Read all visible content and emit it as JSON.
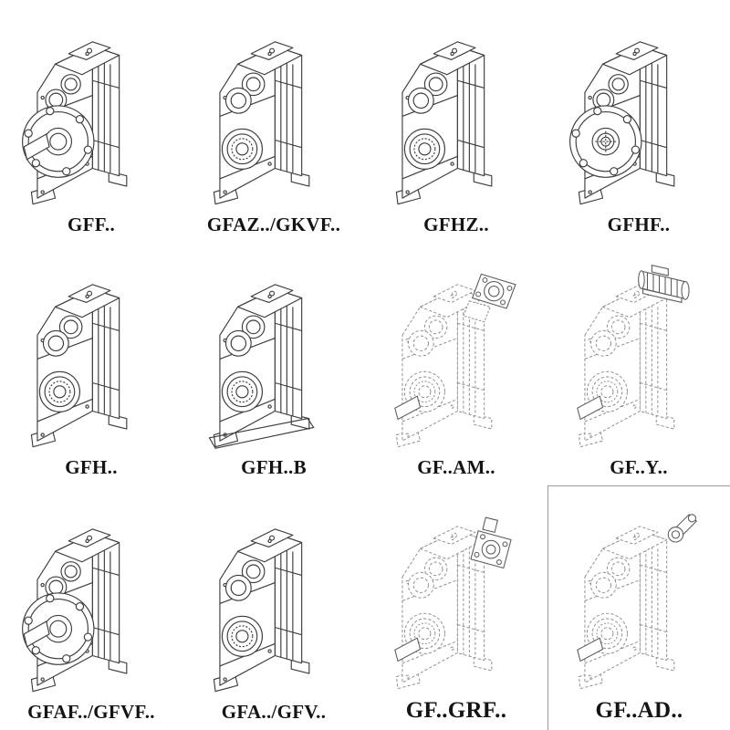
{
  "page": {
    "title": "Gear reducer model variants catalog"
  },
  "colors": {
    "line": "#3c3c3c",
    "dashed_line": "#8f8f8f",
    "attachment_line": "#5a5a5a",
    "label": "#141414",
    "background": "#ffffff",
    "box_border": "#9a9a9a"
  },
  "cells": [
    {
      "label": "GFF..",
      "drawing": "flange-shaft-gearbox-icon"
    },
    {
      "label": "GFAZ../GKVF..",
      "drawing": "hollow-shaft-gearbox-icon"
    },
    {
      "label": "GFHZ..",
      "drawing": "hollow-shaft-gearbox-icon"
    },
    {
      "label": "GFHF..",
      "drawing": "flange-hollow-gearbox-icon"
    },
    {
      "label": "GFH..",
      "drawing": "hollow-shaft-gearbox-icon"
    },
    {
      "label": "GFH..B",
      "drawing": "hollow-shaft-gearbox-base-icon"
    },
    {
      "label": "GF..AM..",
      "drawing": "dashed-gearbox-input-flange-icon"
    },
    {
      "label": "GF..Y..",
      "drawing": "dashed-gearbox-motor-icon"
    },
    {
      "label": "GFAF../GFVF..",
      "drawing": "flange-shaft-gearbox-icon"
    },
    {
      "label": "GFA../GFV..",
      "drawing": "hollow-shaft-gearbox-icon"
    },
    {
      "label": "GF..GRF..",
      "drawing": "dashed-gearbox-flange-block-icon"
    },
    {
      "label": "GF..AD..",
      "drawing": "dashed-gearbox-input-shaft-icon"
    }
  ]
}
